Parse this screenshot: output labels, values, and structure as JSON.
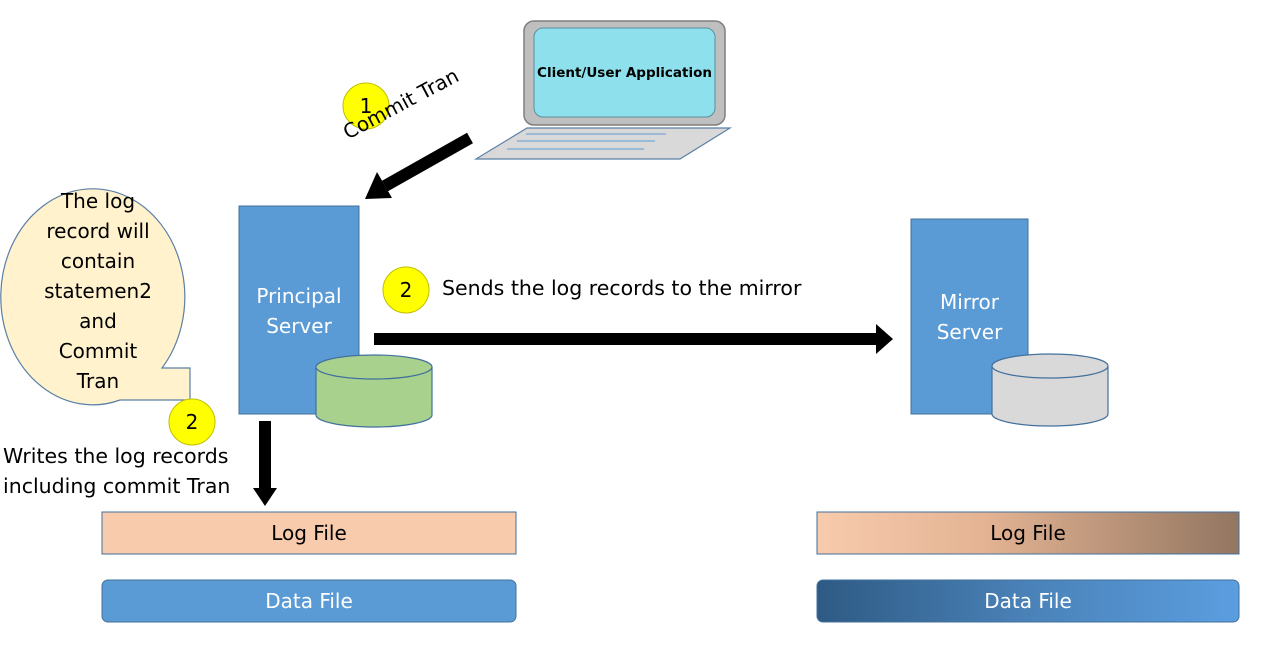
{
  "client": {
    "label": "Client/User Application"
  },
  "step1": {
    "number": "1",
    "label": "Commit Tran"
  },
  "principal": {
    "label_line1": "Principal",
    "label_line2": "Server"
  },
  "mirror": {
    "label_line1": "Mirror",
    "label_line2": "Server"
  },
  "step2_send": {
    "number": "2",
    "label": "Sends the log records to the mirror"
  },
  "step2_write": {
    "number": "2",
    "label_line1": "Writes the log records",
    "label_line2": "including commit Tran"
  },
  "callout": {
    "lines": [
      "The log",
      "record will",
      "contain",
      "statemen2",
      "and",
      "Commit",
      "Tran"
    ]
  },
  "principal_files": {
    "log": "Log File",
    "data": "Data File"
  },
  "mirror_files": {
    "log": "Log File",
    "data": "Data File"
  },
  "colors": {
    "server_blue": "#5b9bd5",
    "badge_yellow": "#ffff00",
    "log_peach": "#f8cbad",
    "principal_db_green": "#a9d18e",
    "mirror_db_gray": "#d9d9d9",
    "callout_fill": "#fff2cc",
    "screen_cyan": "#8ee1ec"
  }
}
